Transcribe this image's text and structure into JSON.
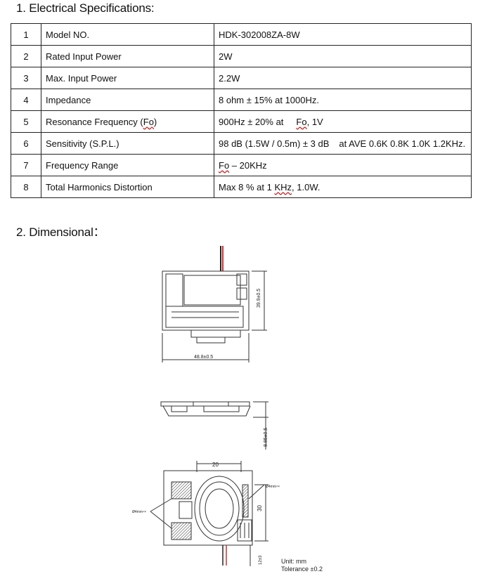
{
  "section1": {
    "title": "1. Electrical Specifications:"
  },
  "specs": [
    {
      "no": "1",
      "param": "Model NO.",
      "value": "HDK-302008ZA-8W"
    },
    {
      "no": "2",
      "param": "Rated Input Power",
      "value": "2W"
    },
    {
      "no": "3",
      "param": "Max. Input Power",
      "value": "2.2W"
    },
    {
      "no": "4",
      "param": "Impedance",
      "value": "8 ohm ± 15% at 1000Hz."
    },
    {
      "no": "5",
      "param_pre": "Resonance Frequency (",
      "param_wavy": "Fo",
      "param_post": ")",
      "value_pre": "900Hz ± 20% at",
      "value_wavy": "Fo",
      "value_post": ", 1V"
    },
    {
      "no": "6",
      "param": "Sensitivity (S.P.L.)",
      "value_a": "98 dB (1.5W / 0.5m) ± 3 dB",
      "value_b": "at AVE 0.6K 0.8K 1.0K 1.2KHz."
    },
    {
      "no": "7",
      "param": "Frequency Range",
      "value_wavy": "Fo",
      "value_post": " – 20KHz"
    },
    {
      "no": "8",
      "param": "Total Harmonics Distortion",
      "value_pre": "Max 8 % at 1 ",
      "value_wavy": "KHz",
      "value_post": ", 1.0W."
    }
  ],
  "section2": {
    "title": "2. Dimensional："
  },
  "drawing": {
    "dim_height": "39.9±0.5",
    "dim_width": "48.8±0.5",
    "dim_thickness": "8.85±0.5",
    "dim_top": "20",
    "dim_right": "30",
    "dim_wire": "12±3",
    "note_right": "Ø4mm⁴×",
    "note_left": "Ø4mm⁴×",
    "unit_note": "Unit: mm",
    "tolerance_note": "Tolerance ±0.2"
  }
}
